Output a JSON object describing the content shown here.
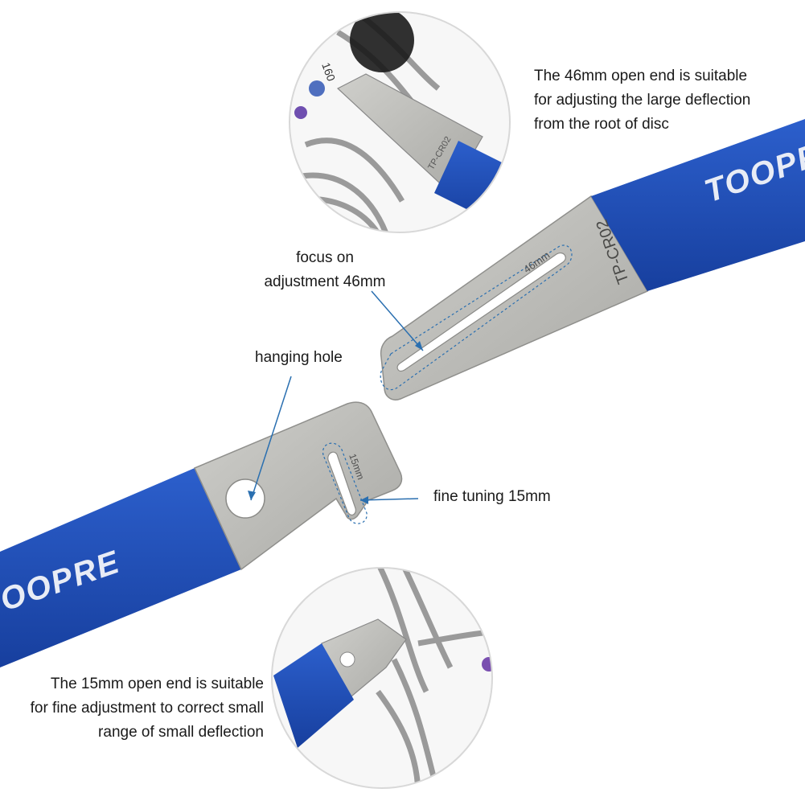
{
  "callouts": {
    "top_description": [
      "The 46mm open end is suitable",
      "for adjusting the large deflection",
      "from the root of disc"
    ],
    "focus_adjustment": [
      "focus on",
      "adjustment 46mm"
    ],
    "hanging_hole": "hanging hole",
    "fine_tuning": "fine tuning 15mm",
    "bottom_description": [
      "The 15mm open end is suitable",
      "for fine adjustment to correct small",
      "range of small deflection"
    ]
  },
  "tool_markings": {
    "brand": "TOOPRE",
    "brand_partial": "OOPRE",
    "model": "TP-CR02",
    "large_slot": "46mm",
    "small_slot": "15mm",
    "rotor_size": "160"
  },
  "colors": {
    "handle_blue": "#1f4fb8",
    "steel": "#b9b9b6",
    "callout_line": "#2a6fb0",
    "text": "#1a1a1a"
  }
}
